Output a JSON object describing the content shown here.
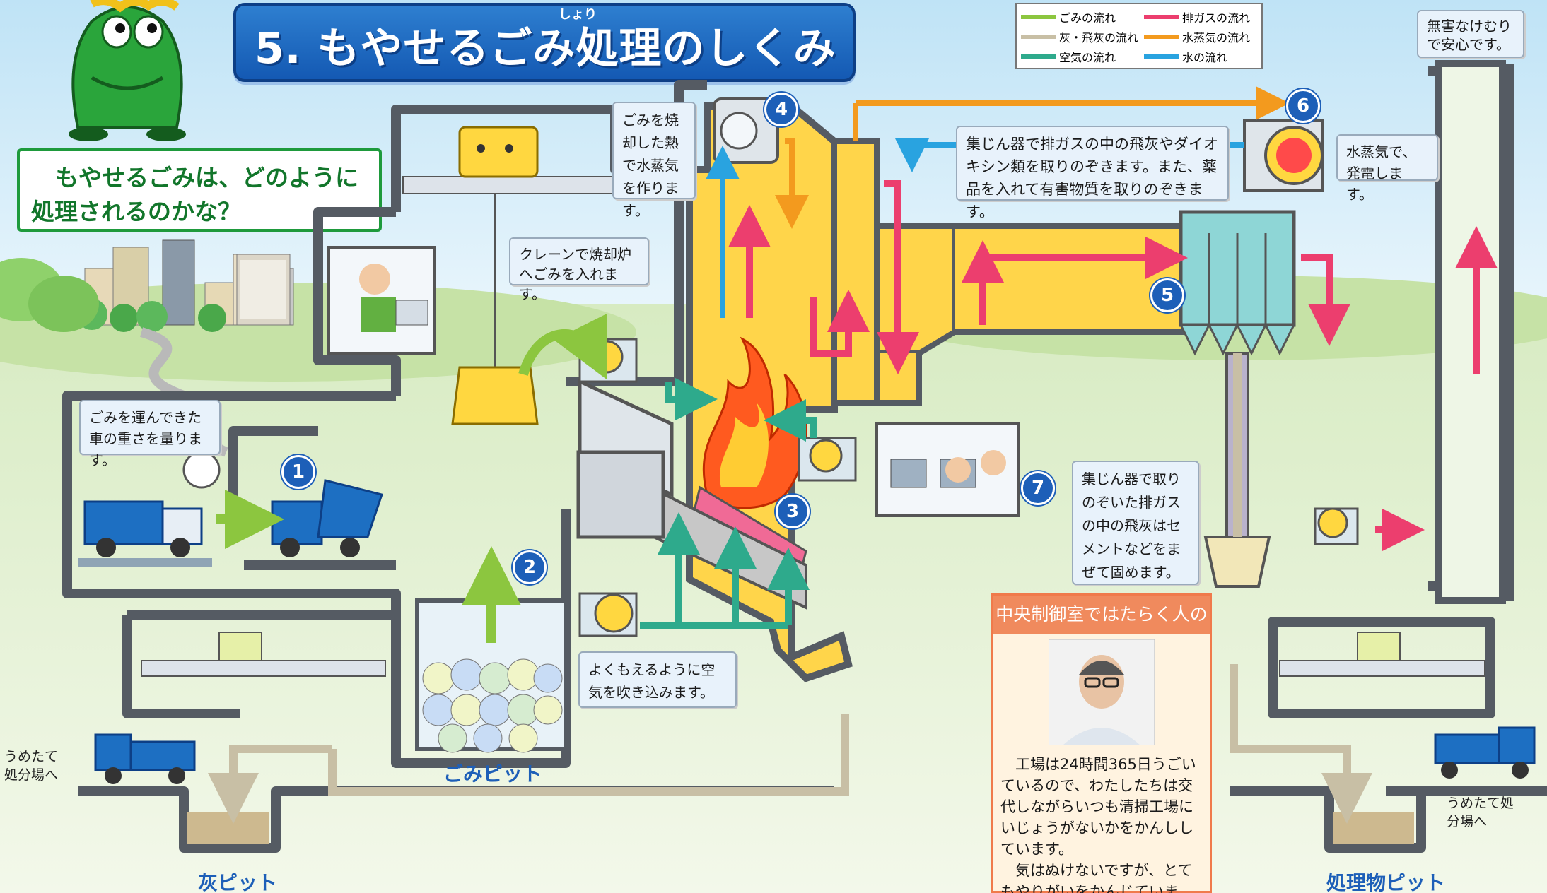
{
  "title": {
    "text": "5. もやせるごみ処理のしくみ",
    "ruby": "しょり"
  },
  "question": {
    "line1": "もやせるごみは、どのように",
    "line2": "処理されるのかな？"
  },
  "legend": {
    "items": [
      {
        "label": "ごみの流れ",
        "color": "#8cc63f"
      },
      {
        "label": "灰・飛灰の流れ",
        "color": "#c8bfa5"
      },
      {
        "label": "空気の流れ",
        "color": "#2eaa8c"
      },
      {
        "label": "排ガスの流れ",
        "color": "#ec3e6e"
      },
      {
        "label": "水蒸気の流れ",
        "color": "#f39a1e"
      },
      {
        "label": "水の流れ",
        "color": "#29a3e0"
      }
    ]
  },
  "notes": {
    "top_right": "無害なけむりで安心です。",
    "scale": "ごみを運んできた車の重さを量ります。",
    "crane": "クレーンで焼却炉へごみを入れます。",
    "steam": "ごみを焼却した熱で水蒸気を作ります。",
    "dust": "集じん器で排ガスの中の飛灰やダイオキシン類を取りのぞきます。また、薬品を入れて有害物質を取りのぞきます。",
    "power": "水蒸気で、発電します。",
    "air": "よくもえるように空気を吹き込みます。",
    "cement": "集じん器で取りのぞいた排ガスの中の飛灰はセメントなどをまぜて固めます。"
  },
  "steps": [
    "1",
    "2",
    "3",
    "4",
    "5",
    "6",
    "7"
  ],
  "pits": {
    "garbage": "ごみピット",
    "ash": "灰ピット",
    "residue": "処理物ピット"
  },
  "landfill": {
    "left": "うめたて処分場へ",
    "right": "うめたて処分場へ"
  },
  "interview": {
    "heading": "中央制御室ではたらく人の話",
    "para1": "工場は24時間365日うごいているので、わたしたちは交代しながらいつも清掃工場にいじょうがないかをかんししています。",
    "para2": "気はぬけないですが、とてもやりがいをかんじています。"
  },
  "colors": {
    "garbage_flow": "#8cc63f",
    "ash_flow": "#c8bfa5",
    "air_flow": "#2eaa8c",
    "exhaust_flow": "#ec3e6e",
    "steam_flow": "#f39a1e",
    "water_flow": "#29a3e0",
    "wall": "#555b63",
    "furnace": "#ffd54a",
    "title_blue": "#1d5fb8"
  }
}
